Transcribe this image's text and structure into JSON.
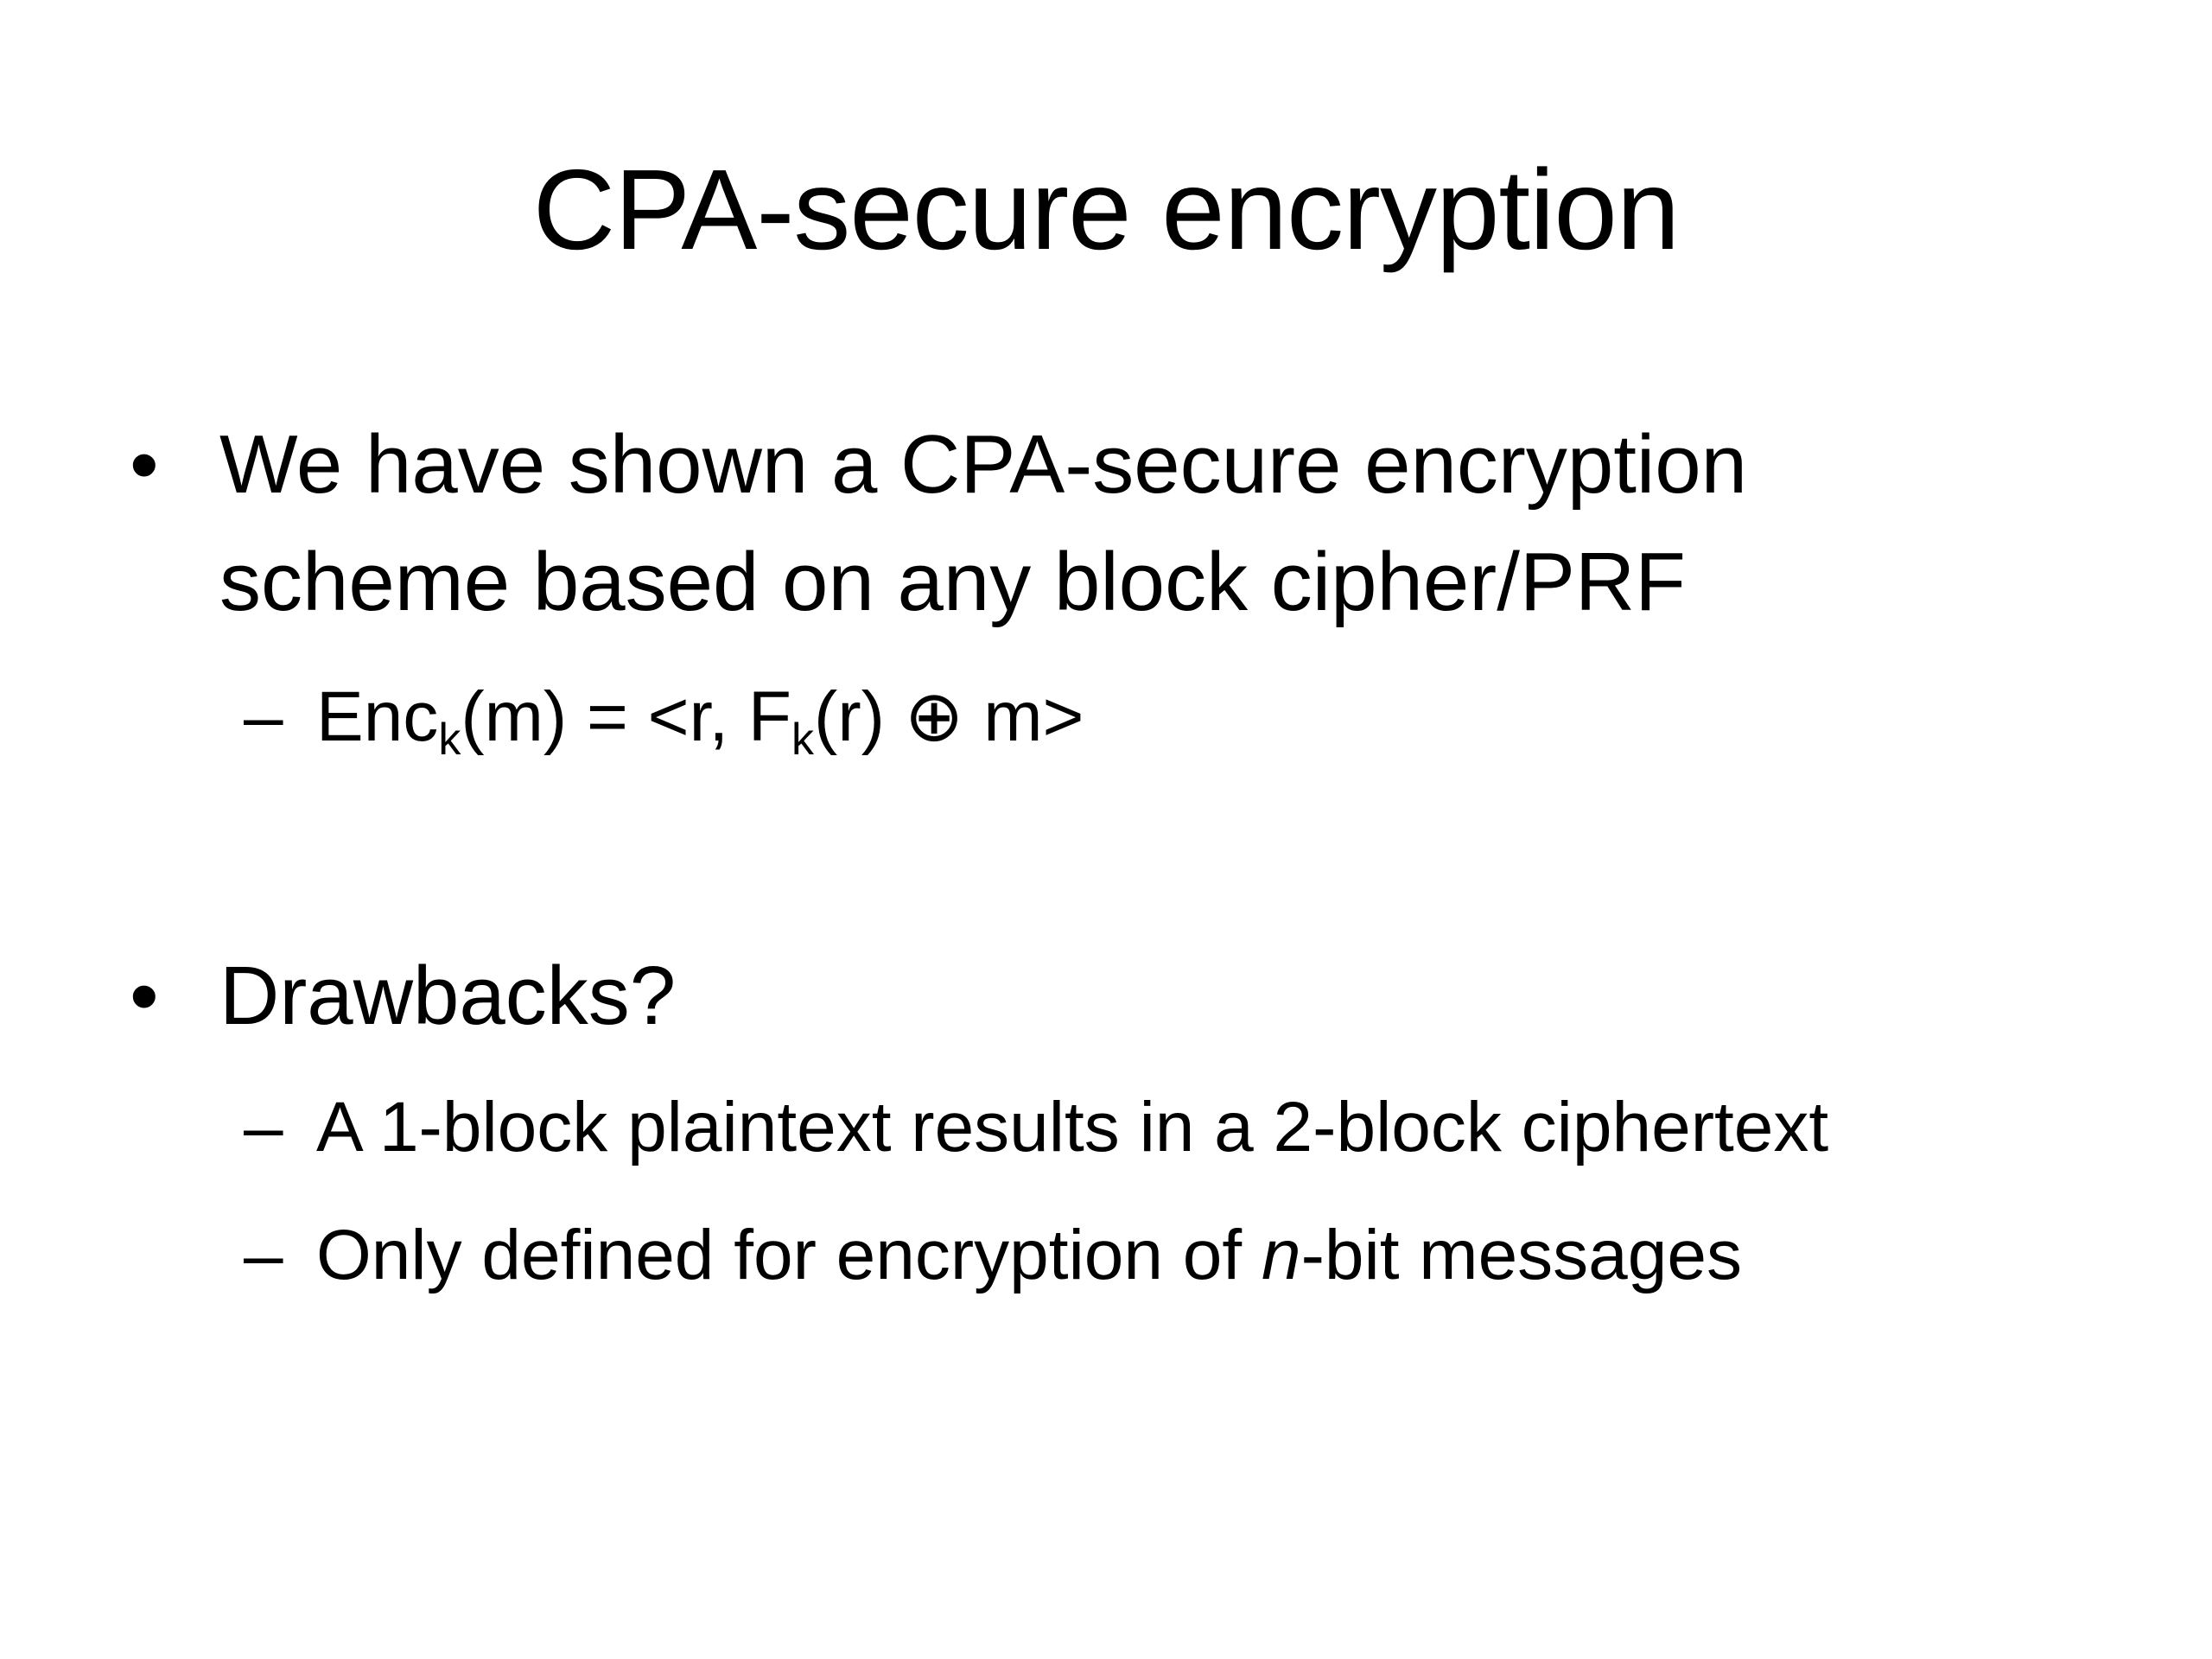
{
  "slide": {
    "title": "CPA-secure encryption",
    "bullets": [
      {
        "marker": "•",
        "lines": [
          "We have shown a CPA-secure encryption",
          "scheme based on any block cipher/PRF"
        ],
        "sub_items": [
          {
            "dash": "–",
            "parts": {
              "a": "Enc",
              "a_sub": "k",
              "b": "(m) = <r, F",
              "b_sub": "k",
              "c": "(r) ⊕ m>"
            }
          }
        ]
      },
      {
        "marker": "•",
        "lines": [
          "Drawbacks?"
        ],
        "sub_items": [
          {
            "dash": "–",
            "text": "A 1-block plaintext results in a 2-block ciphertext"
          },
          {
            "dash": "–",
            "parts": {
              "a": "Only defined for encryption of ",
              "italic": "n",
              "b": "-bit messages"
            }
          }
        ]
      }
    ]
  }
}
